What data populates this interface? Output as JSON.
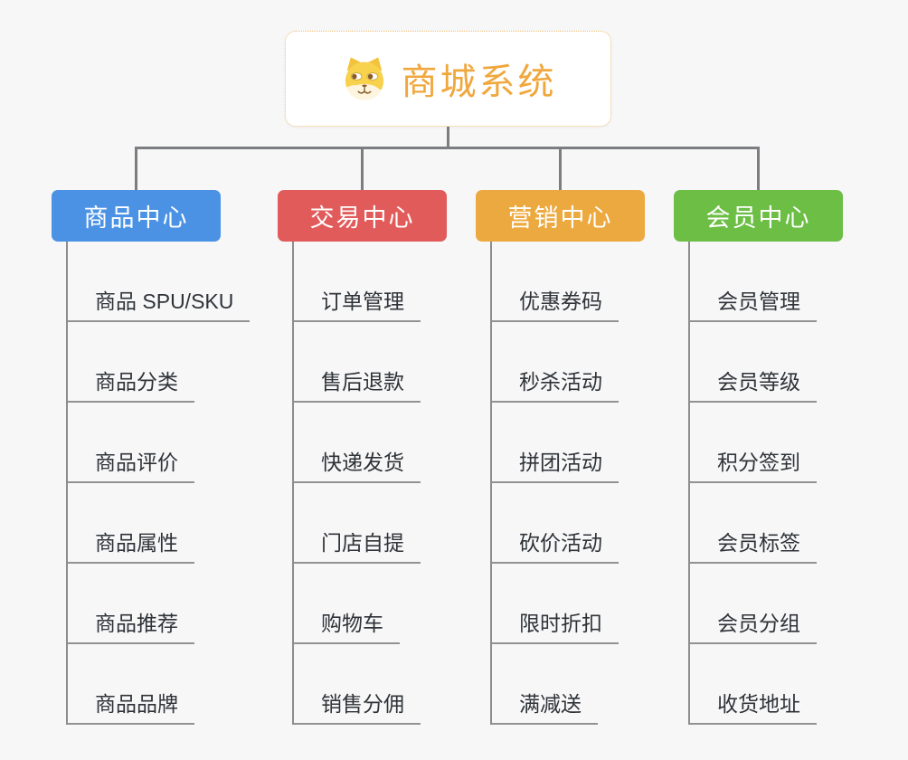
{
  "root": {
    "title": "商城系统",
    "icon": "dog-icon",
    "accent_color": "#f0a73c",
    "border_color": "#f2c077"
  },
  "connector_color": "#7b7d80",
  "branches": [
    {
      "label": "商品中心",
      "color": "#4b92e5",
      "items": [
        "商品 SPU/SKU",
        "商品分类",
        "商品评价",
        "商品属性",
        "商品推荐",
        "商品品牌"
      ]
    },
    {
      "label": "交易中心",
      "color": "#e25b5b",
      "items": [
        "订单管理",
        "售后退款",
        "快递发货",
        "门店自提",
        "购物车",
        "销售分佣"
      ]
    },
    {
      "label": "营销中心",
      "color": "#eca93f",
      "items": [
        "优惠券码",
        "秒杀活动",
        "拼团活动",
        "砍价活动",
        "限时折扣",
        "满减送"
      ]
    },
    {
      "label": "会员中心",
      "color": "#6cbe45",
      "items": [
        "会员管理",
        "会员等级",
        "积分签到",
        "会员标签",
        "会员分组",
        "收货地址"
      ]
    }
  ]
}
